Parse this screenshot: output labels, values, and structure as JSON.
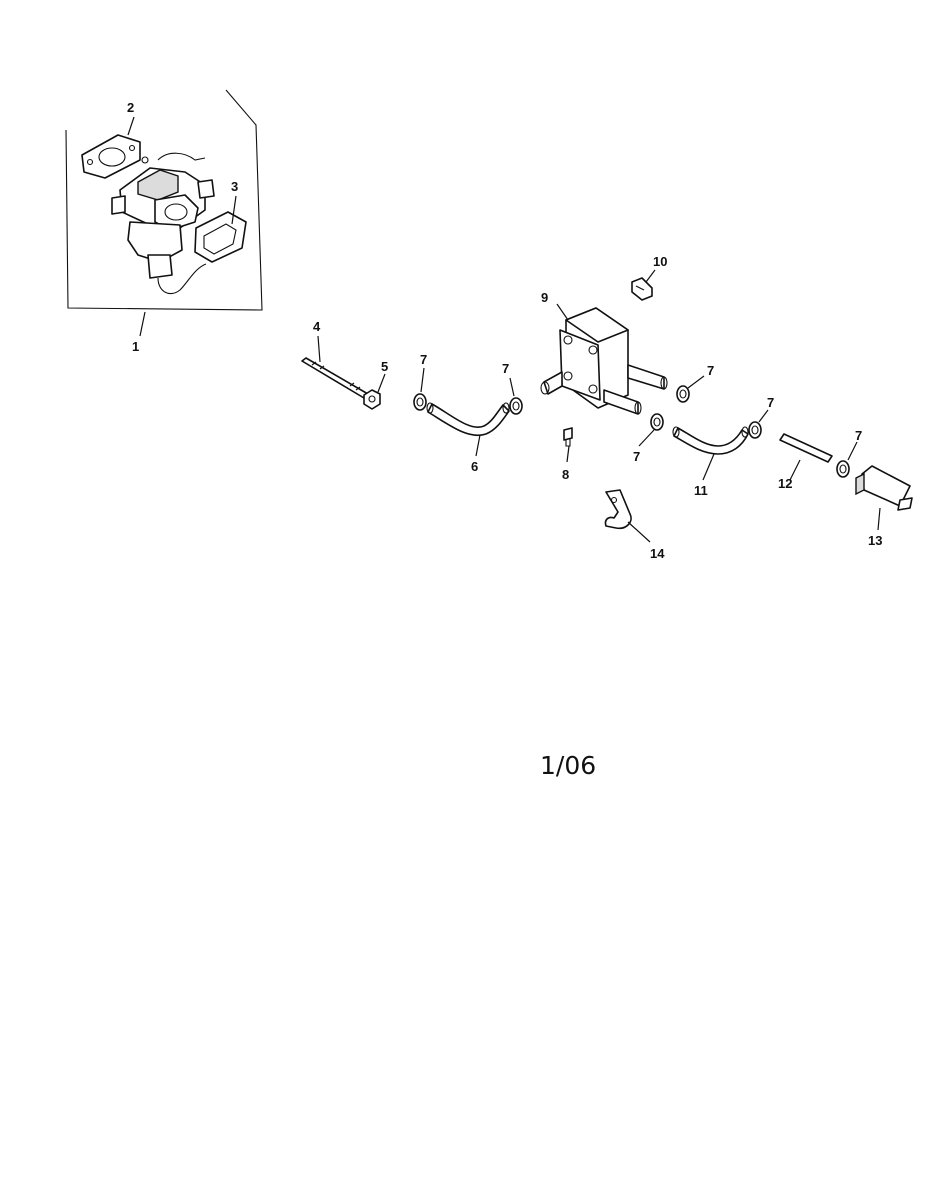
{
  "callouts": {
    "c1": "1",
    "c2": "2",
    "c3": "3",
    "c4": "4",
    "c5": "5",
    "c6": "6",
    "c7a": "7",
    "c7b": "7",
    "c7c": "7",
    "c7d": "7",
    "c7e": "7",
    "c7f": "7",
    "c8": "8",
    "c9": "9",
    "c10": "10",
    "c11": "11",
    "c12": "12",
    "c13": "13",
    "c14": "14"
  },
  "date_stamp": "1/06"
}
